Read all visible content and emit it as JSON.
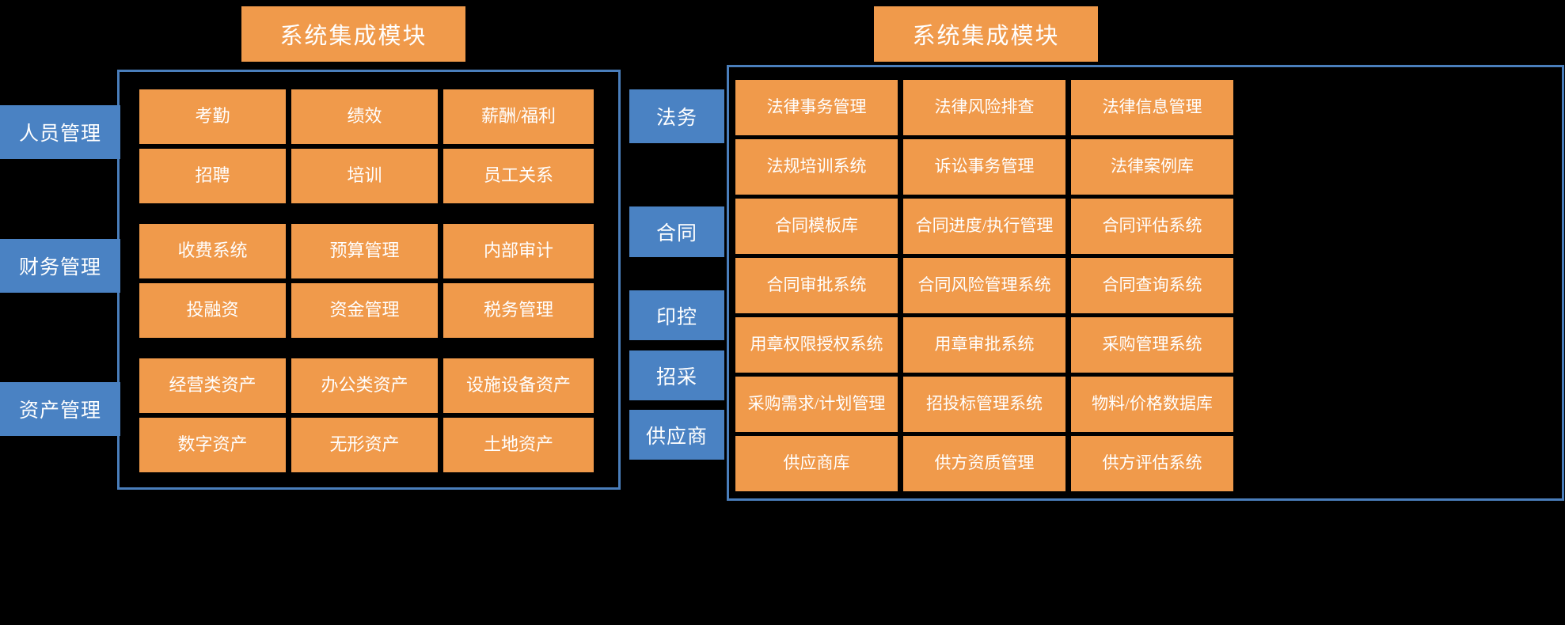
{
  "left_panel": {
    "header": "系统集成模块",
    "sidebar": [
      {
        "label": "人员管理"
      },
      {
        "label": "财务管理"
      },
      {
        "label": "资产管理"
      }
    ],
    "groups": [
      {
        "name": "人员管理",
        "rows": [
          [
            "考勤",
            "绩效",
            "薪酬/福利"
          ],
          [
            "招聘",
            "培训",
            "员工关系"
          ]
        ]
      },
      {
        "name": "财务管理",
        "rows": [
          [
            "收费系统",
            "预算管理",
            "内部审计"
          ],
          [
            "投融资",
            "资金管理",
            "税务管理"
          ]
        ]
      },
      {
        "name": "资产管理",
        "rows": [
          [
            "经营类资产",
            "办公类资产",
            "设施设备资产"
          ],
          [
            "数字资产",
            "无形资产",
            "土地资产"
          ]
        ]
      }
    ]
  },
  "right_panel": {
    "header": "系统集成模块",
    "sidebar": [
      {
        "label": "法务"
      },
      {
        "label": "合同"
      },
      {
        "label": "印控"
      },
      {
        "label": "招采"
      },
      {
        "label": "供应商"
      }
    ],
    "rows": [
      [
        "法律事务管理",
        "法律风险排查",
        "法律信息管理"
      ],
      [
        "法规培训系统",
        "诉讼事务管理",
        "法律案例库"
      ],
      [
        "合同模板库",
        "合同进度/执行管理",
        "合同评估系统"
      ],
      [
        "合同审批系统",
        "合同风险管理系统",
        "合同查询系统"
      ],
      [
        "用章权限授权系统",
        "用章审批系统",
        "采购管理系统"
      ],
      [
        "采购需求/计划管理",
        "招投标管理系统",
        "物料/价格数据库"
      ],
      [
        "供应商库",
        "供方资质管理",
        "供方评估系统"
      ]
    ]
  },
  "colors": {
    "background": "#000000",
    "tile": "#F09A4B",
    "sidebar": "#4A82C3",
    "frame_border": "#4A7EBB",
    "text": "#FFFFFF"
  }
}
